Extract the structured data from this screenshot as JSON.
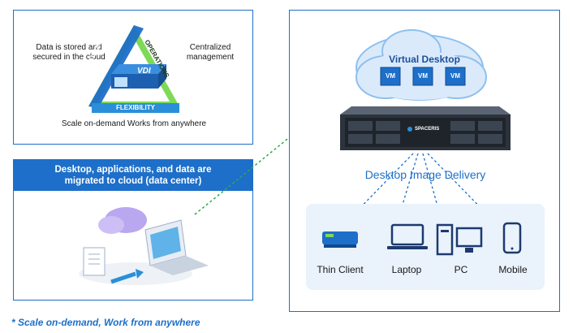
{
  "vdi_panel": {
    "left_text": [
      "Data is stored and",
      "secured in the cloud"
    ],
    "right_text": [
      "Centralized",
      "management"
    ],
    "bottom_text": "Scale on-demand Works from anywhere",
    "side_security": "DATA SECURITY",
    "side_operations": "OPERATIONS",
    "side_flexibility": "FLEXIBILITY",
    "vdi_label": "VDI"
  },
  "migrate_panel": {
    "banner_line1": "Desktop, applications, and data are",
    "banner_line2": "migrated to cloud (data center)"
  },
  "delivery_panel": {
    "cloud_title": "Virtual Desktop",
    "vm_labels": [
      "VM",
      "VM",
      "VM"
    ],
    "server_brand": "SPACERIS",
    "delivery_title": "Desktop Image Delivery",
    "devices": [
      {
        "label": "Thin Client",
        "icon": "thin-client-icon"
      },
      {
        "label": "Laptop",
        "icon": "laptop-icon"
      },
      {
        "label": "PC",
        "icon": "pc-icon"
      },
      {
        "label": "Mobile",
        "icon": "mobile-icon"
      }
    ]
  },
  "footer_note": "* Scale on-demand, Work from anywhere",
  "colors": {
    "accent": "#1d6fc9",
    "green_dash": "#2eaa4a",
    "triangle_green": "#7ed957",
    "triangle_blue": "#2a8fd8"
  }
}
